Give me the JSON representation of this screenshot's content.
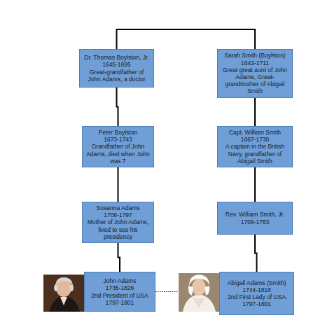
{
  "diagram": {
    "nodes": [
      {
        "text": [
          "Dr. Thomas Boylston, Jr.",
          "1645-1695",
          "Great-grandfather of John Adams, a doctor"
        ]
      },
      {
        "text": [
          "Sarah Smith (Boylston)",
          "1642-1711",
          "Great great aunt of John Adams, Great-grandmother of Abigail Smith"
        ]
      },
      {
        "text": [
          "Peter Boylston",
          "1673-1743",
          "Grandfather of John Adams, died when John was 7"
        ]
      },
      {
        "text": [
          "Capt. William Smith",
          "1667-1730",
          "A captain in the British Navy, grandfather of Abigail Smith"
        ]
      },
      {
        "text": [
          "Susanna Adams",
          "1708-1797",
          "Mother of John Adams, lived to see his presidency"
        ]
      },
      {
        "text": [
          "Rev. William Smith, Jr.",
          "1706-1783"
        ]
      },
      {
        "text": [
          "John Adams",
          "1735-1826",
          "2nd President of USA",
          "1797-1801"
        ]
      },
      {
        "text": [
          "Abigail Adams (Smith)",
          "1744-1818",
          "2nd First Lady of USA",
          "1797-1801"
        ]
      }
    ],
    "edges": [
      {
        "from": 0,
        "to": 1,
        "arrow": "none"
      },
      {
        "from": 0,
        "to": 2,
        "arrow": "none"
      },
      {
        "from": 2,
        "to": 4,
        "arrow": "none"
      },
      {
        "from": 4,
        "to": 6,
        "arrow": "none"
      },
      {
        "from": 1,
        "to": 3,
        "arrow": "none"
      },
      {
        "from": 3,
        "to": 5,
        "arrow": "none"
      },
      {
        "from": 5,
        "to": 7,
        "arrow": "none"
      },
      {
        "from": 6,
        "to": 7,
        "arrow": "none"
      }
    ]
  }
}
